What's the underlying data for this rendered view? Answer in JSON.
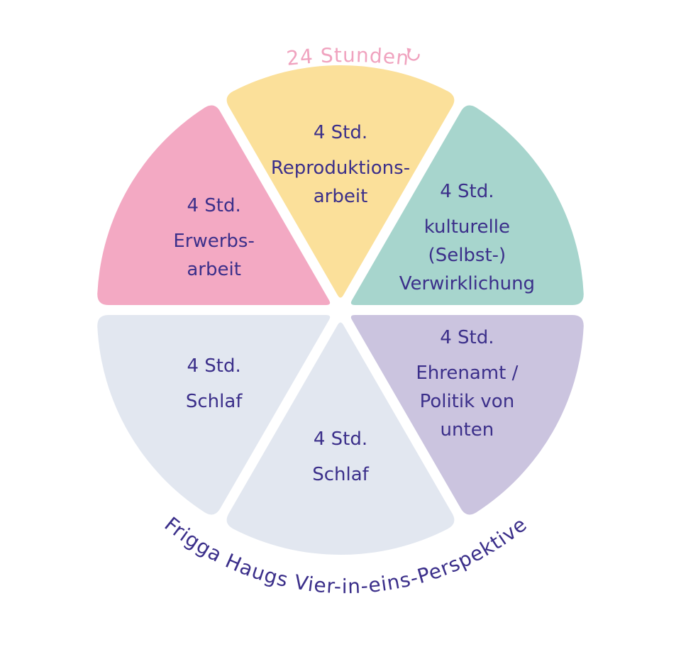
{
  "chart_data": {
    "type": "pie",
    "title": "Frigga Haugs Vier-in-eins-Perspektive",
    "subtitle": "24 Stunden",
    "subtitle_icon": "refresh-icon",
    "total": 24,
    "slices": [
      {
        "hours_label": "4 Std.",
        "label_lines": [
          "Reproduktions-",
          "arbeit"
        ],
        "value": 4,
        "color": "#fbe09a"
      },
      {
        "hours_label": "4 Std.",
        "label_lines": [
          "kulturelle",
          "(Selbst-)",
          "Verwirklichung"
        ],
        "value": 4,
        "color": "#a7d5cd"
      },
      {
        "hours_label": "4 Std.",
        "label_lines": [
          "Ehrenamt /",
          "Politik von",
          "unten"
        ],
        "value": 4,
        "color": "#cbc4df"
      },
      {
        "hours_label": "4 Std.",
        "label_lines": [
          "Schlaf"
        ],
        "value": 4,
        "color": "#e2e7f0"
      },
      {
        "hours_label": "4 Std.",
        "label_lines": [
          "Schlaf"
        ],
        "value": 4,
        "color": "#e2e7f0"
      },
      {
        "hours_label": "4 Std.",
        "label_lines": [
          "Erwerbs-",
          "arbeit"
        ],
        "value": 4,
        "color": "#f3a9c3"
      }
    ],
    "colors": {
      "title": "#3b2f8a",
      "subtitle": "#f0a3bf",
      "label": "#3b2f8a"
    }
  }
}
